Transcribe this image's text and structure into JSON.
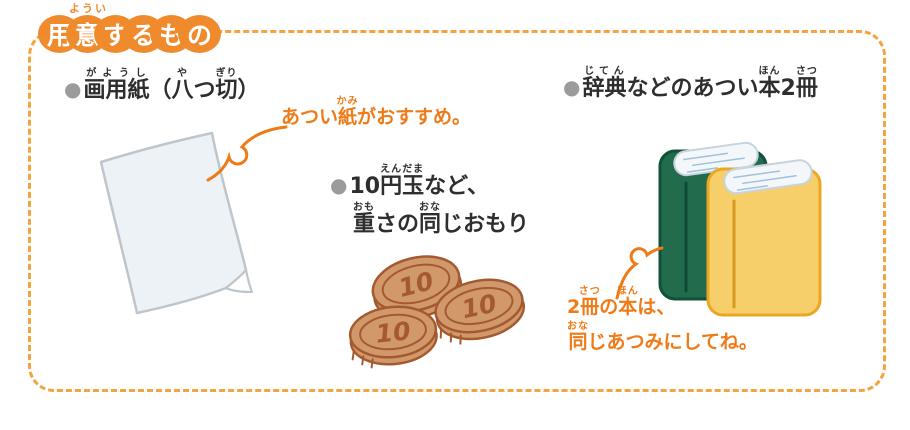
{
  "colors": {
    "accent_orange": "#EF8B2D",
    "dash_orange": "#F3A43E",
    "annotation_orange": "#EE7B17",
    "text_black": "#2E2E2E",
    "bullet_gray": "#9B9B9B",
    "paper_fill": "#EDF2F7",
    "coin_fill": "#D1996B",
    "coin_stroke": "#A4592F",
    "book_green": "#226B4D",
    "book_yellow": "#F6CF6B"
  },
  "title": {
    "text": "用意するもの",
    "furigana": "ようい",
    "badge_chars": [
      "用",
      "意",
      "す",
      "る",
      "も",
      "の"
    ]
  },
  "items": [
    {
      "id": "paper",
      "bullet": "●",
      "line1": [
        [
          "画用紙",
          "がようし"
        ],
        [
          "（",
          ""
        ],
        [
          "八",
          "や"
        ],
        [
          "つ",
          ""
        ],
        [
          "切",
          "ぎり"
        ],
        [
          "）",
          ""
        ]
      ],
      "annotation": {
        "line1": [
          [
            "あつい",
            ""
          ],
          [
            "紙",
            "かみ"
          ],
          [
            "がおすすめ。",
            ""
          ]
        ]
      },
      "illustration": "drawing-paper-sheet"
    },
    {
      "id": "weights",
      "bullet": "●",
      "line1": [
        [
          "10",
          ""
        ],
        [
          "円玉",
          "えんだま"
        ],
        [
          "など、",
          ""
        ]
      ],
      "line2": [
        [
          "重",
          "おも"
        ],
        [
          "さの",
          ""
        ],
        [
          "同",
          "おな"
        ],
        [
          "じおもり",
          ""
        ]
      ],
      "coin_label": "10",
      "illustration": "three-10-yen-coins"
    },
    {
      "id": "books",
      "bullet": "●",
      "line1": [
        [
          "辞典",
          "じてん"
        ],
        [
          "などのあつい",
          ""
        ],
        [
          "本",
          "ほん"
        ],
        [
          "2",
          ""
        ],
        [
          "冊",
          "さつ"
        ]
      ],
      "annotation": {
        "line1": [
          [
            "2",
            ""
          ],
          [
            "冊",
            "さつ"
          ],
          [
            "の",
            ""
          ],
          [
            "本",
            "ほん"
          ],
          [
            "は、",
            ""
          ]
        ],
        "line2": [
          [
            "同",
            "おな"
          ],
          [
            "じあつみにしてね。",
            ""
          ]
        ]
      },
      "illustration": "two-thick-books"
    }
  ]
}
